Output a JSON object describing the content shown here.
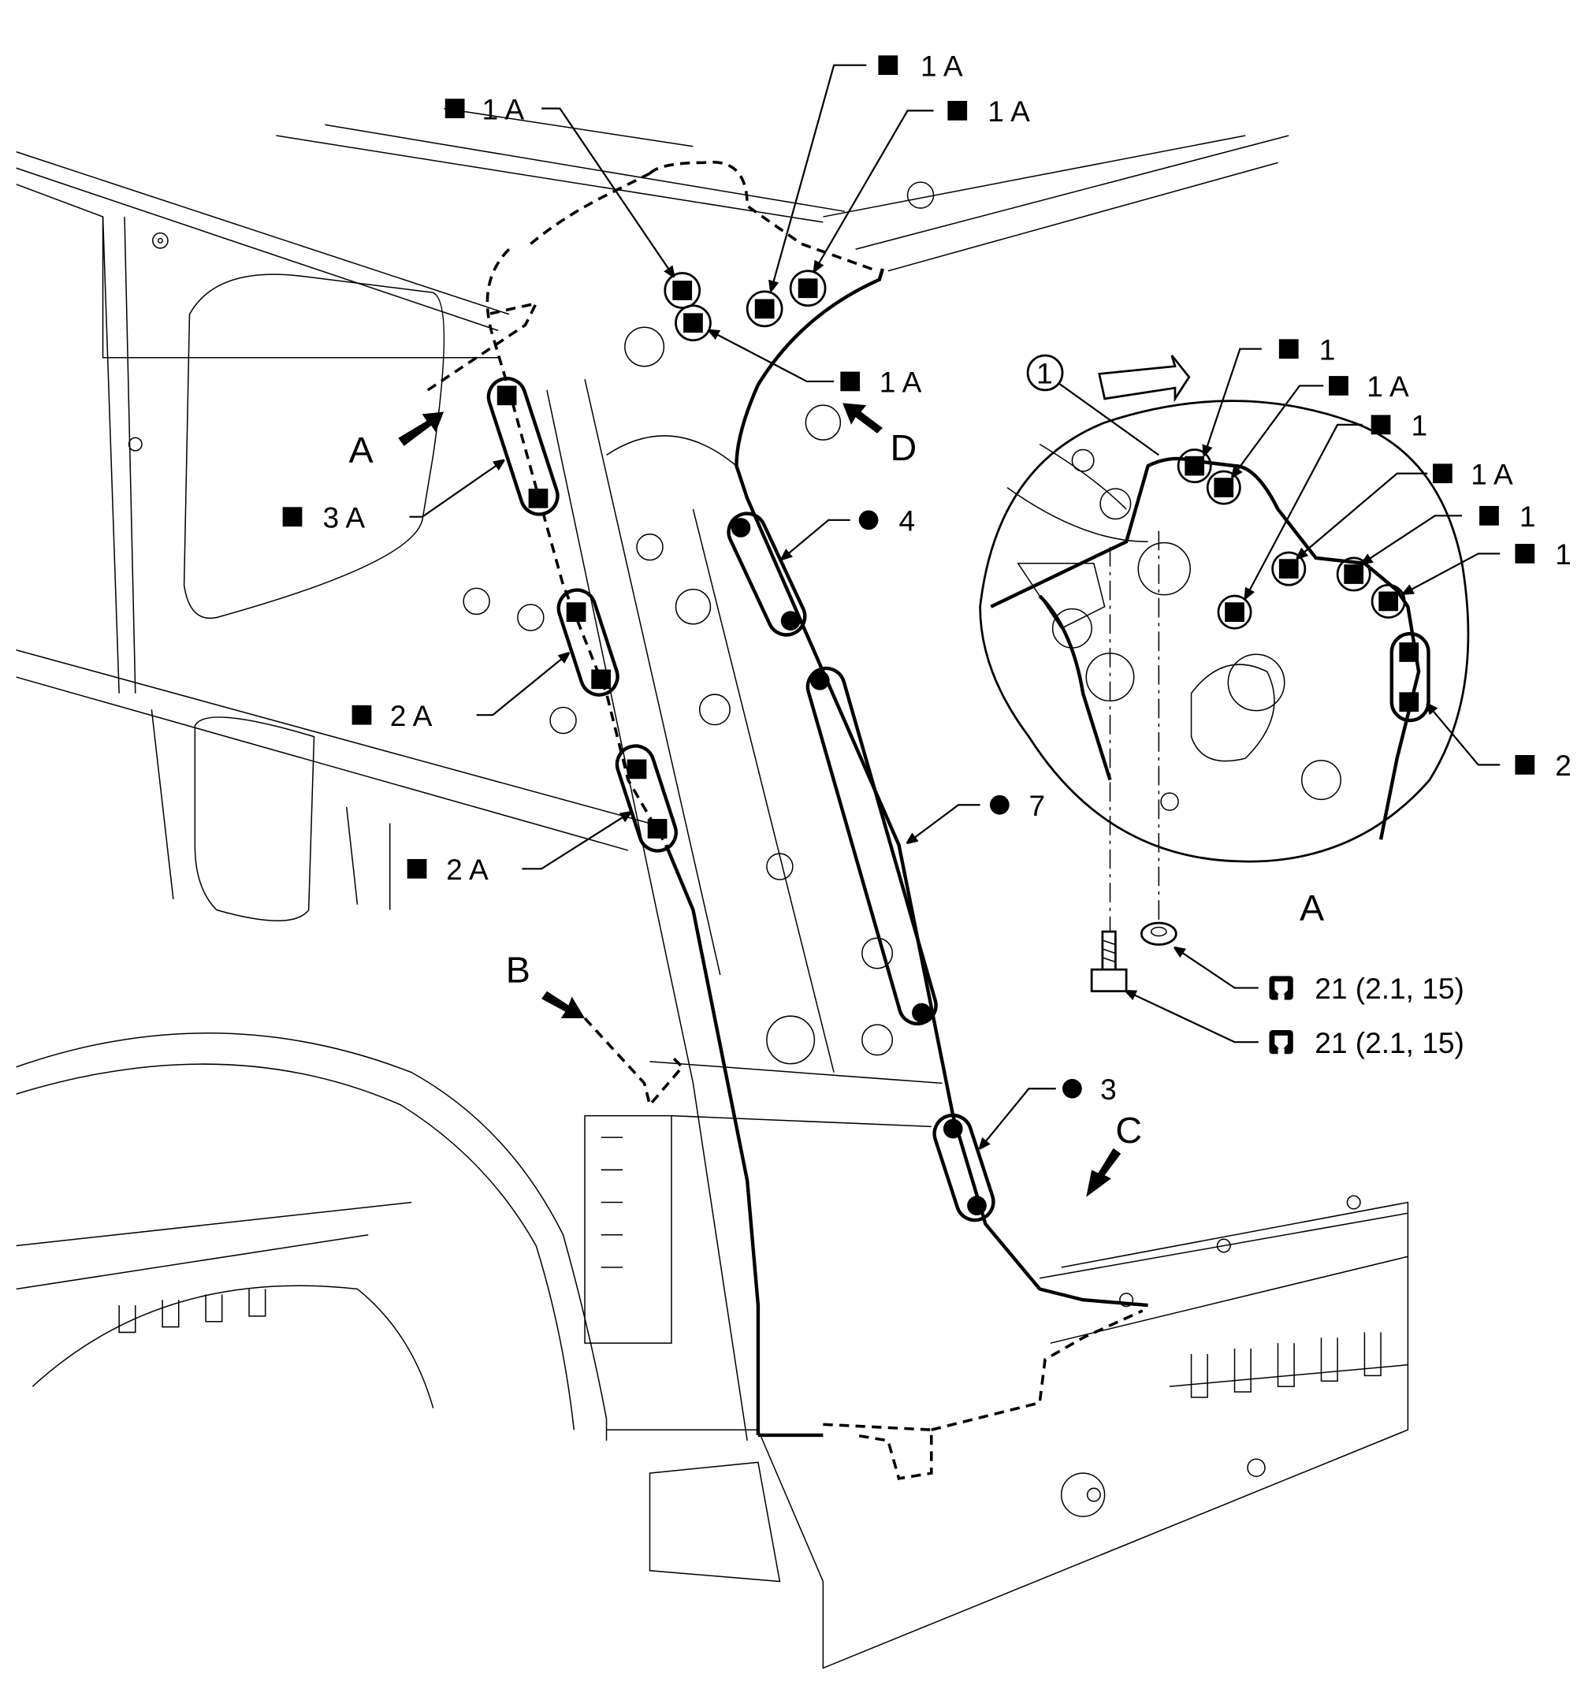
{
  "colors": {
    "ink": "#000000",
    "paper": "#ffffff"
  },
  "view_labels": {
    "A": "A",
    "B": "B",
    "C": "C",
    "D": "D"
  },
  "detail_caption": "A",
  "part_number_callout": "1",
  "symbols": {
    "square": "spot-weld-square-symbol",
    "dot": "mig-plug-weld-dot-symbol",
    "torque": "torque-wrench-symbol"
  },
  "callouts": {
    "top_left_1a": "1 A",
    "top_mid_1a": "1 A",
    "top_right_1a": "1 A",
    "below_1a": "1 A",
    "left_3a": "3 A",
    "left_2a_upper": "2 A",
    "left_2a_lower": "2 A",
    "dot_4": "4",
    "dot_7": "7",
    "dot_3": "3",
    "detail_1_a": "1",
    "detail_1a_a": "1 A",
    "detail_1_b": "1",
    "detail_1a_b": "1 A",
    "detail_1_c": "1",
    "detail_1_d": "1",
    "detail_2": "2"
  },
  "torque_specs": [
    {
      "value": "21 (2.1, 15)"
    },
    {
      "value": "21 (2.1, 15)"
    }
  ]
}
